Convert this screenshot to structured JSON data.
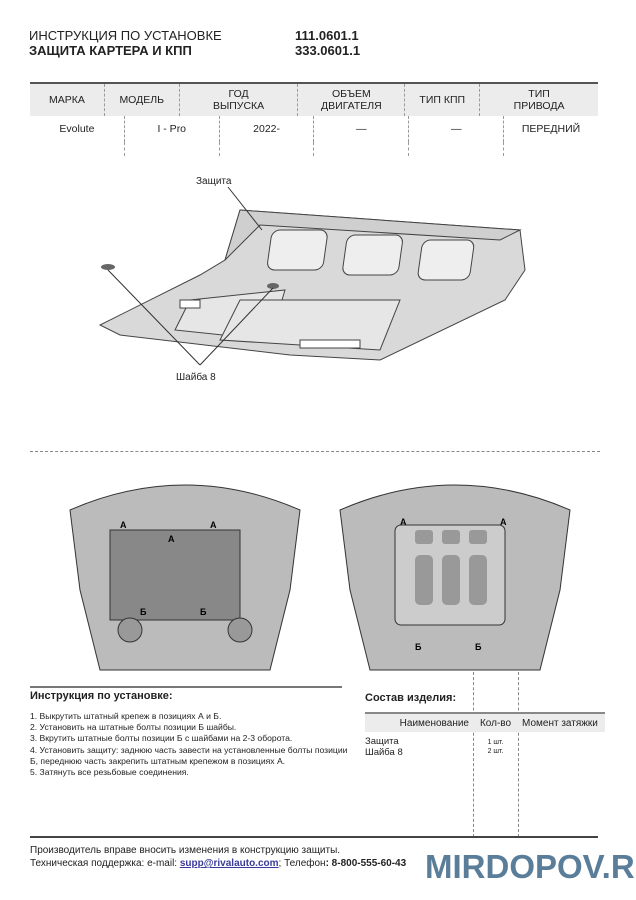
{
  "header": {
    "title_line1": "ИНСТРУКЦИЯ ПО УСТАНОВКЕ",
    "title_line2": "ЗАЩИТА КАРТЕРА И КПП",
    "code1": "111.0601.1",
    "code2": "333.0601.1"
  },
  "spec_table": {
    "headers": [
      "МАРКА",
      "МОДЕЛЬ",
      "ГОД ВЫПУСКА",
      "ОБЪЕМ ДВИГАТЕЛЯ",
      "ТИП КПП",
      "ТИП ПРИВОДА"
    ],
    "values": [
      "Evolute",
      "I - Pro",
      "2022-",
      "—",
      "—",
      "ПЕРЕДНИЙ"
    ]
  },
  "diagram": {
    "label_guard": "Защита",
    "label_washer": "Шайба 8",
    "pos_a": "А",
    "pos_b": "Б"
  },
  "instructions": {
    "title": "Инструкция по установке:",
    "steps": [
      "1. Выкрутить штатный крепеж в позициях А и Б.",
      "2. Установить на штатные болты позиции Б шайбы.",
      "3. Вкрутить штатные болты позиции Б с шайбами на 2-3 оборота.",
      "4. Установить защиту: заднюю часть завести на установленные болты позиции Б, переднюю часть закрепить штатным крепежом в позициях А.",
      "5. Затянуть все резьбовые соединения."
    ]
  },
  "contents": {
    "title": "Состав изделия:",
    "headers": [
      "Наименование",
      "Кол-во",
      "Момент затяжки"
    ],
    "items": [
      {
        "name": "Защита",
        "qty": "1 шт."
      },
      {
        "name": "Шайба 8",
        "qty": "2 шт."
      }
    ]
  },
  "footer": {
    "note": "Производитель вправе вносить изменения в конструкцию защиты.",
    "support_label": "Техническая поддержка:  e-mail: ",
    "email": "supp@rivalauto.com",
    "phone_label": "; Телефон",
    "phone": ": 8-800-555-60-43"
  },
  "watermark": "MIRDOPOV.RU"
}
